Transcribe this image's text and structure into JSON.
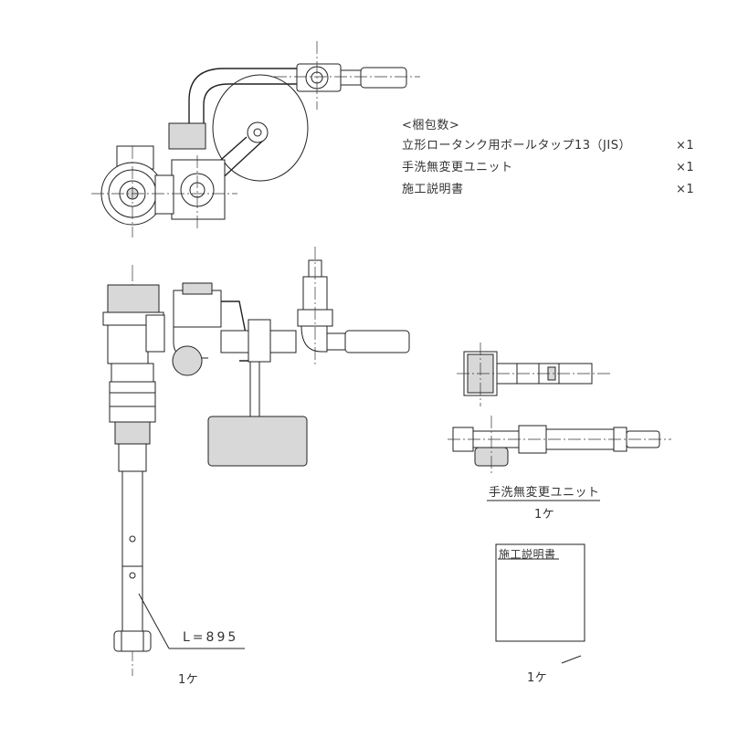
{
  "package_list": {
    "heading": "<梱包数>",
    "items": [
      {
        "name": "立形ロータンク用ボールタップ13（JIS）",
        "qty": "×1"
      },
      {
        "name": "手洗無変更ユニット",
        "qty": "×1"
      },
      {
        "name": "施工説明書",
        "qty": "×1"
      }
    ]
  },
  "ball_tap": {
    "dimension_label": "L=895",
    "quantity": "1ケ"
  },
  "unit": {
    "label": "手洗無変更ユニット",
    "quantity": "1ケ"
  },
  "manual": {
    "label": "施工説明書",
    "quantity": "1ケ"
  }
}
